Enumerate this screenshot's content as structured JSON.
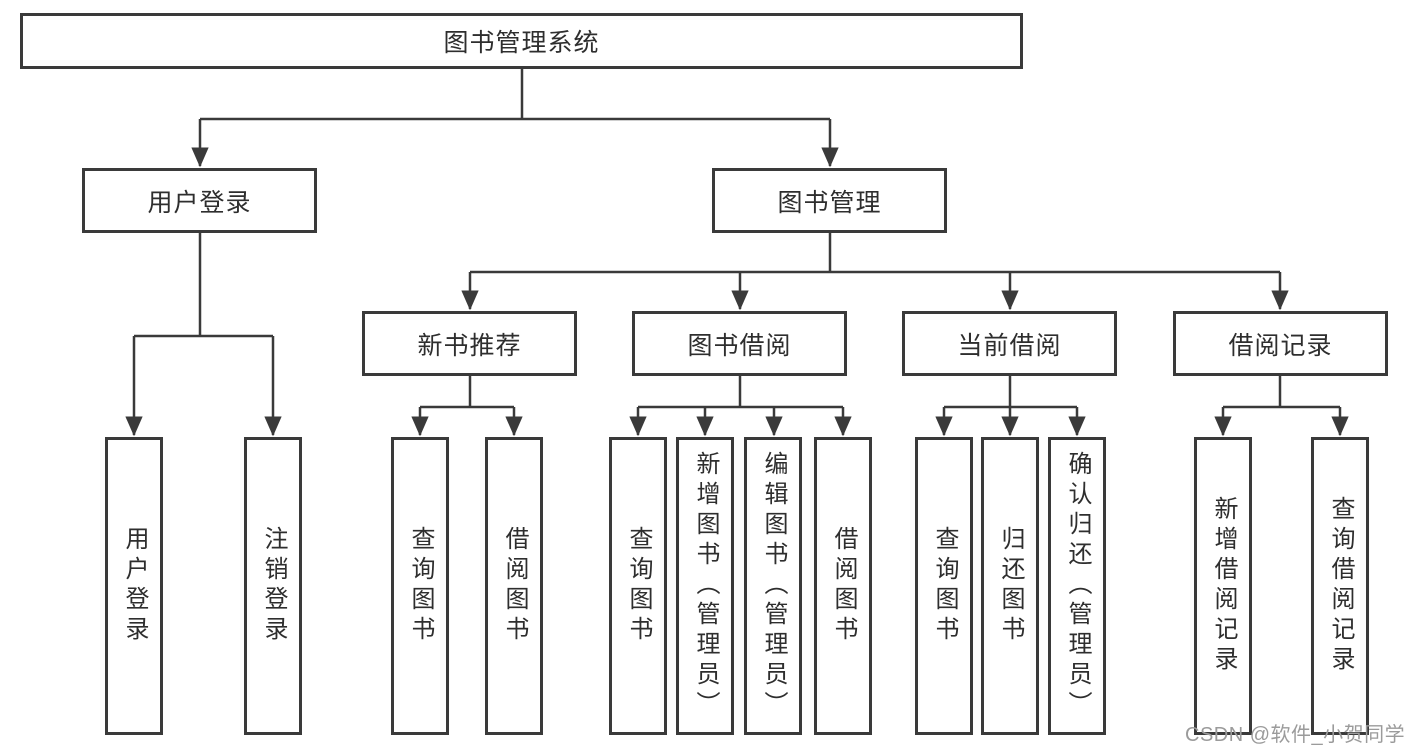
{
  "colors": {
    "line": "#3a3a3a",
    "box_border": "#3a3a3a",
    "text": "#2e2e2e",
    "watermark": "#9b9b9b",
    "background": "#ffffff"
  },
  "tree": {
    "root": {
      "label": "图书管理系统",
      "children": [
        {
          "label": "用户登录",
          "children": [
            {
              "label": "用户登录"
            },
            {
              "label": "注销登录"
            }
          ]
        },
        {
          "label": "图书管理",
          "children": [
            {
              "label": "新书推荐",
              "children": [
                {
                  "label": "查询图书"
                },
                {
                  "label": "借阅图书"
                }
              ]
            },
            {
              "label": "图书借阅",
              "children": [
                {
                  "label": "查询图书"
                },
                {
                  "label": "新增图书（管理员）"
                },
                {
                  "label": "编辑图书（管理员）"
                },
                {
                  "label": "借阅图书"
                }
              ]
            },
            {
              "label": "当前借阅",
              "children": [
                {
                  "label": "查询图书"
                },
                {
                  "label": "归还图书"
                },
                {
                  "label": "确认归还（管理员）"
                }
              ]
            },
            {
              "label": "借阅记录",
              "children": [
                {
                  "label": "新增借阅记录"
                },
                {
                  "label": "查询借阅记录"
                }
              ]
            }
          ]
        }
      ]
    }
  },
  "watermark": {
    "text": "CSDN @软件_小贺同学"
  }
}
